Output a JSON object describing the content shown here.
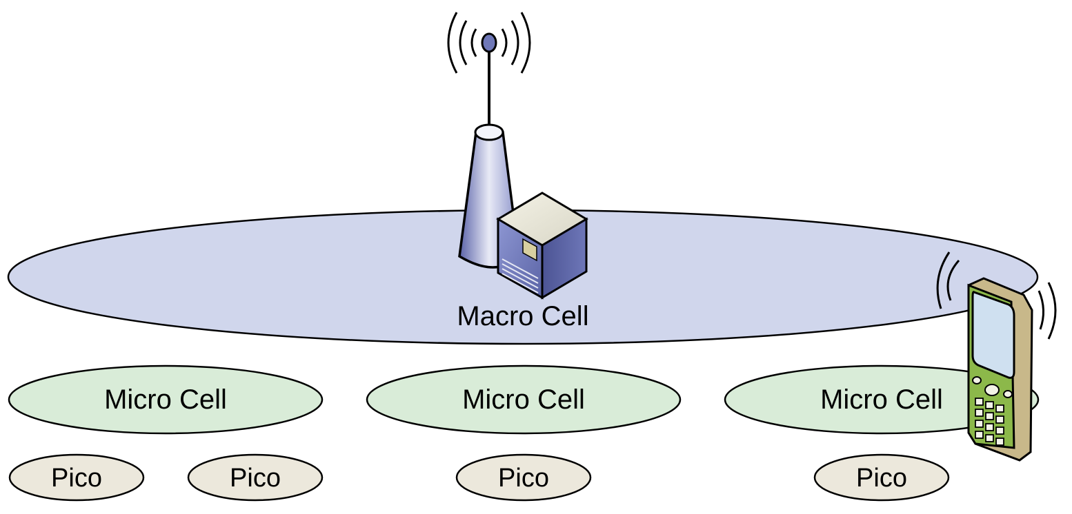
{
  "macro": {
    "label": "Macro Cell"
  },
  "micro": [
    {
      "label": "Micro Cell"
    },
    {
      "label": "Micro Cell"
    },
    {
      "label": "Micro Cell"
    }
  ],
  "pico": [
    {
      "label": "Pico"
    },
    {
      "label": "Pico"
    },
    {
      "label": "Pico"
    },
    {
      "label": "Pico"
    }
  ],
  "colors": {
    "macro_fill": "#d0d6ec",
    "micro_fill": "#d9ecd8",
    "pico_fill": "#ece8dc",
    "outline": "#000000",
    "tower_blue": "#7d86c4",
    "phone_green": "#8cb84a",
    "phone_tan": "#c8b88a"
  },
  "icons": [
    "antenna-tower-icon",
    "base-station-box-icon",
    "mobile-phone-icon",
    "radio-waves-icon"
  ]
}
